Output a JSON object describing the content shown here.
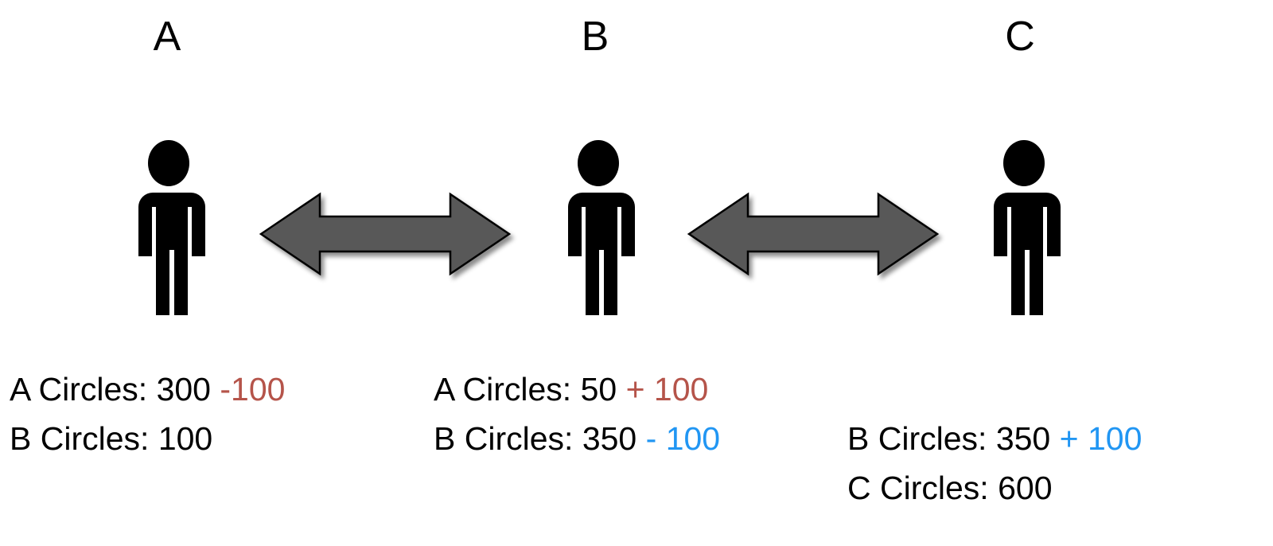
{
  "diagram": {
    "title_nodes": [
      {
        "label": "A",
        "icon": "person-pictogram"
      },
      {
        "label": "B",
        "icon": "person-pictogram"
      },
      {
        "label": "C",
        "icon": "person-pictogram"
      }
    ],
    "connectors": [
      {
        "icon": "double-headed-arrow",
        "from": "A",
        "to": "B",
        "color": "#595959"
      },
      {
        "icon": "double-headed-arrow",
        "from": "B",
        "to": "C",
        "color": "#595959"
      }
    ],
    "colors": {
      "figure": "#000000",
      "arrow": "#595959",
      "delta_red": "#b5544a",
      "delta_blue": "#2196f3",
      "background": "#ffffff"
    },
    "ledgers": [
      {
        "owner": "A",
        "lines": [
          {
            "label": "A Circles:",
            "value": "300",
            "delta": "-100",
            "delta_color": "red"
          },
          {
            "label": "B Circles:",
            "value": "100",
            "delta": "",
            "delta_color": "none"
          }
        ]
      },
      {
        "owner": "B",
        "lines": [
          {
            "label": "A Circles:",
            "value": "50",
            "delta": "+ 100",
            "delta_color": "red"
          },
          {
            "label": "B Circles:",
            "value": "350",
            "delta": "- 100",
            "delta_color": "blue"
          }
        ]
      },
      {
        "owner": "C",
        "lines": [
          {
            "label": "B Circles:",
            "value": "350",
            "delta": "+ 100",
            "delta_color": "blue"
          },
          {
            "label": "C Circles:",
            "value": "600",
            "delta": "",
            "delta_color": "none"
          }
        ]
      }
    ]
  }
}
